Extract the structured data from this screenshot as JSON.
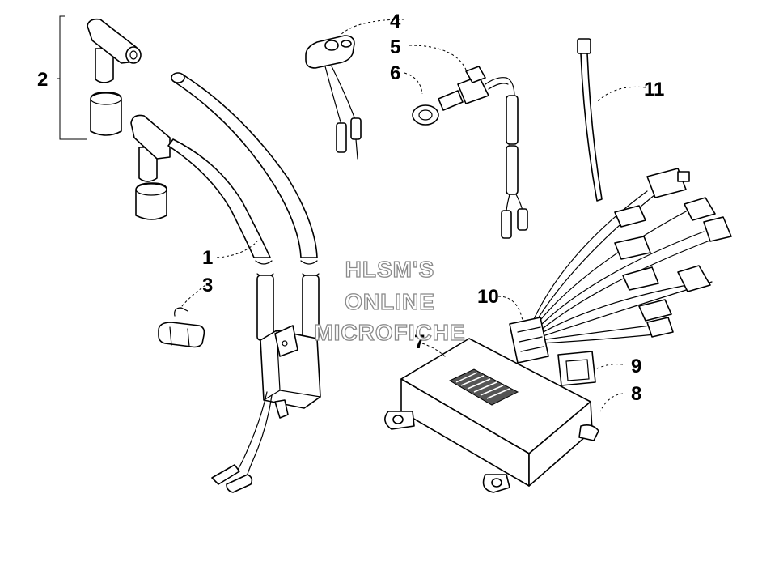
{
  "diagram": {
    "callouts": [
      "1",
      "2",
      "3",
      "4",
      "5",
      "6",
      "7",
      "8",
      "9",
      "10",
      "11"
    ],
    "watermark": {
      "line1": "HLSM'S",
      "line2": "ONLINE",
      "line3": "MICROFICHE"
    }
  }
}
